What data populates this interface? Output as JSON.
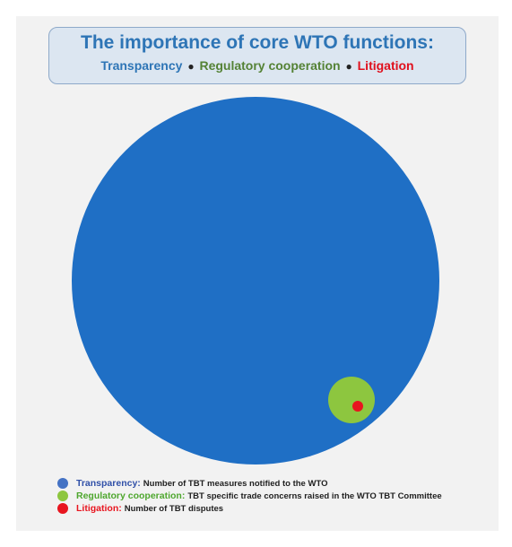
{
  "header": {
    "title": "The importance of core WTO functions:",
    "subtitle": {
      "transparency": "Transparency",
      "regulatory": "Regulatory cooperation",
      "litigation": "Litigation",
      "separator": "●"
    }
  },
  "colors": {
    "transparency": "#1f6fc5",
    "regulatory": "#8dc63f",
    "litigation": "#e8151f"
  },
  "legend": [
    {
      "key": "Transparency:",
      "description": "Number of TBT measures notified to the WTO",
      "key_color": "#3050a8",
      "dot_color": "#4472c4"
    },
    {
      "key": "Regulatory cooperation:",
      "description": "TBT specific trade concerns raised in the WTO TBT Committee",
      "key_color": "#4ea72e",
      "dot_color": "#8dc63f"
    },
    {
      "key": "Litigation:",
      "description": "Number of TBT disputes",
      "key_color": "#e8151f",
      "dot_color": "#e8151f"
    }
  ]
}
